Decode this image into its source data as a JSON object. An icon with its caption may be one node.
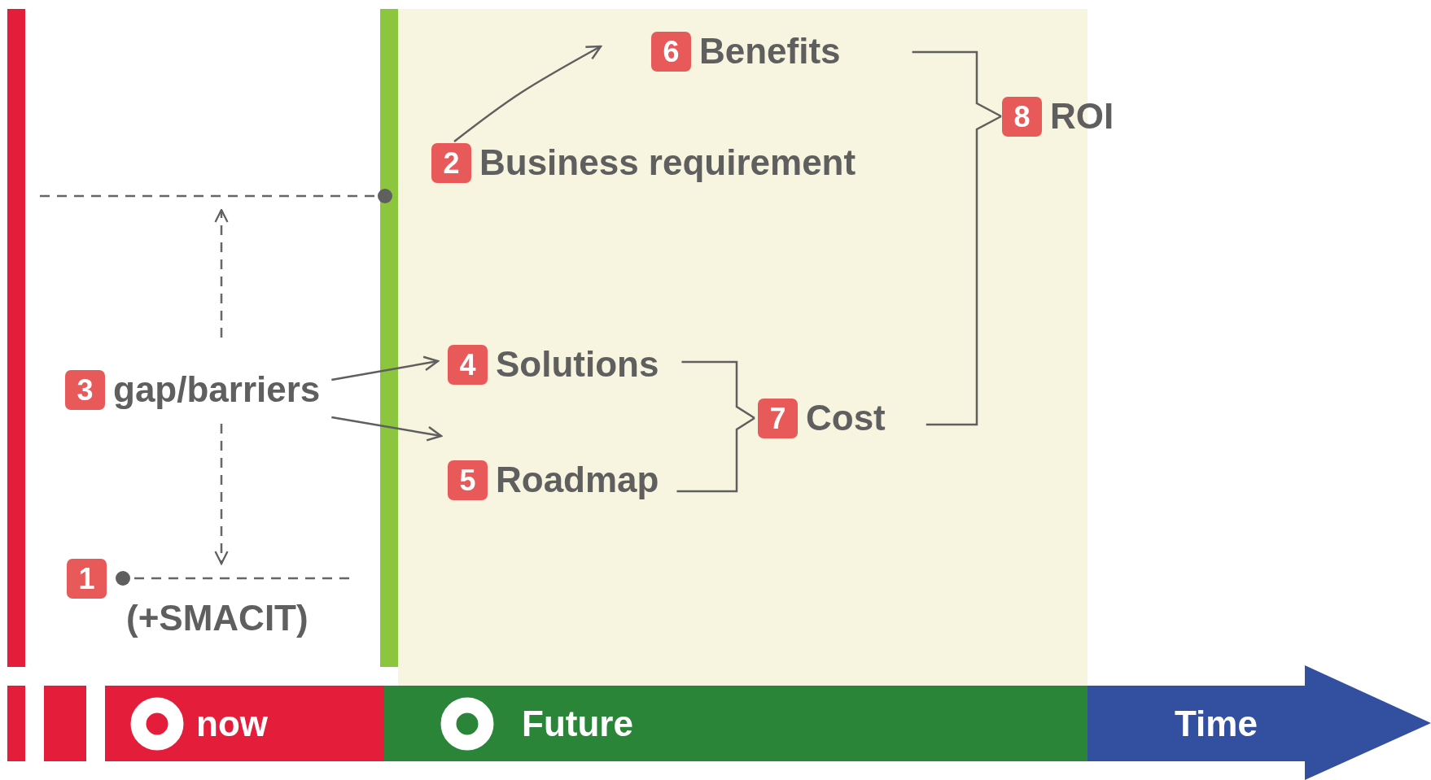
{
  "diagram": {
    "nodes": [
      {
        "text": [
          "1",
          "(+SMACIT)"
        ]
      },
      {
        "text": [
          "2",
          "Business requirement"
        ]
      },
      {
        "text": [
          "3",
          "gap/barriers"
        ]
      },
      {
        "text": [
          "4",
          "Solutions"
        ]
      },
      {
        "text": [
          "5",
          "Roadmap"
        ]
      },
      {
        "text": [
          "6",
          "Benefits"
        ]
      },
      {
        "text": [
          "7",
          "Cost"
        ]
      },
      {
        "text": [
          "8",
          "ROI"
        ]
      },
      {
        "text": [
          "now"
        ]
      },
      {
        "text": [
          "Future"
        ]
      },
      {
        "text": [
          "Time"
        ]
      }
    ],
    "edges": [
      {
        "from": 1,
        "to": 5,
        "arrow": "to"
      },
      {
        "from": 2,
        "to": 3,
        "arrow": "to"
      },
      {
        "from": 2,
        "to": 4,
        "arrow": "to"
      },
      {
        "from": 3,
        "to": 6,
        "arrow": "none"
      },
      {
        "from": 4,
        "to": 6,
        "arrow": "none"
      },
      {
        "from": 5,
        "to": 7,
        "arrow": "none"
      },
      {
        "from": 6,
        "to": 7,
        "arrow": "none"
      }
    ]
  }
}
